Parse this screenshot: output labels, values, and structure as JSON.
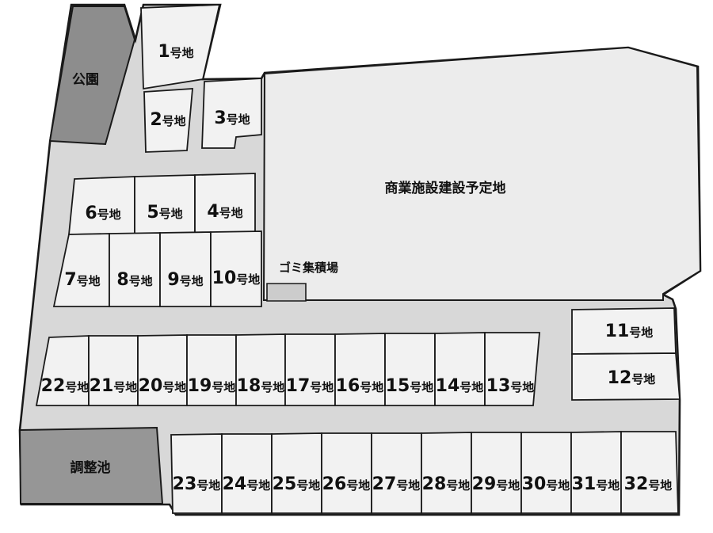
{
  "areas": {
    "park": {
      "label": "公園"
    },
    "pond": {
      "label": "調整池"
    },
    "commercial": {
      "label": "商業施設建設予定地"
    },
    "garbage": {
      "label": "ゴミ集積場"
    }
  },
  "plots": [
    {
      "num": "1",
      "suffix": "号地"
    },
    {
      "num": "2",
      "suffix": "号地"
    },
    {
      "num": "3",
      "suffix": "号地"
    },
    {
      "num": "4",
      "suffix": "号地"
    },
    {
      "num": "5",
      "suffix": "号地"
    },
    {
      "num": "6",
      "suffix": "号地"
    },
    {
      "num": "7",
      "suffix": "号地"
    },
    {
      "num": "8",
      "suffix": "号地"
    },
    {
      "num": "9",
      "suffix": "号地"
    },
    {
      "num": "10",
      "suffix": "号地"
    },
    {
      "num": "11",
      "suffix": "号地"
    },
    {
      "num": "12",
      "suffix": "号地"
    },
    {
      "num": "13",
      "suffix": "号地"
    },
    {
      "num": "14",
      "suffix": "号地"
    },
    {
      "num": "15",
      "suffix": "号地"
    },
    {
      "num": "16",
      "suffix": "号地"
    },
    {
      "num": "17",
      "suffix": "号地"
    },
    {
      "num": "18",
      "suffix": "号地"
    },
    {
      "num": "19",
      "suffix": "号地"
    },
    {
      "num": "20",
      "suffix": "号地"
    },
    {
      "num": "21",
      "suffix": "号地"
    },
    {
      "num": "22",
      "suffix": "号地"
    },
    {
      "num": "23",
      "suffix": "号地"
    },
    {
      "num": "24",
      "suffix": "号地"
    },
    {
      "num": "25",
      "suffix": "号地"
    },
    {
      "num": "26",
      "suffix": "号地"
    },
    {
      "num": "27",
      "suffix": "号地"
    },
    {
      "num": "28",
      "suffix": "号地"
    },
    {
      "num": "29",
      "suffix": "号地"
    },
    {
      "num": "30",
      "suffix": "号地"
    },
    {
      "num": "31",
      "suffix": "号地"
    },
    {
      "num": "32",
      "suffix": "号地"
    }
  ],
  "colors": {
    "road": "#d8d8d8",
    "plot": "#f2f2f2",
    "commercial": "#ececec",
    "park": "#8d8d8d",
    "pond": "#969696",
    "garbage": "#cccccc",
    "line": "#1a1a1a",
    "ink": "#111111"
  }
}
